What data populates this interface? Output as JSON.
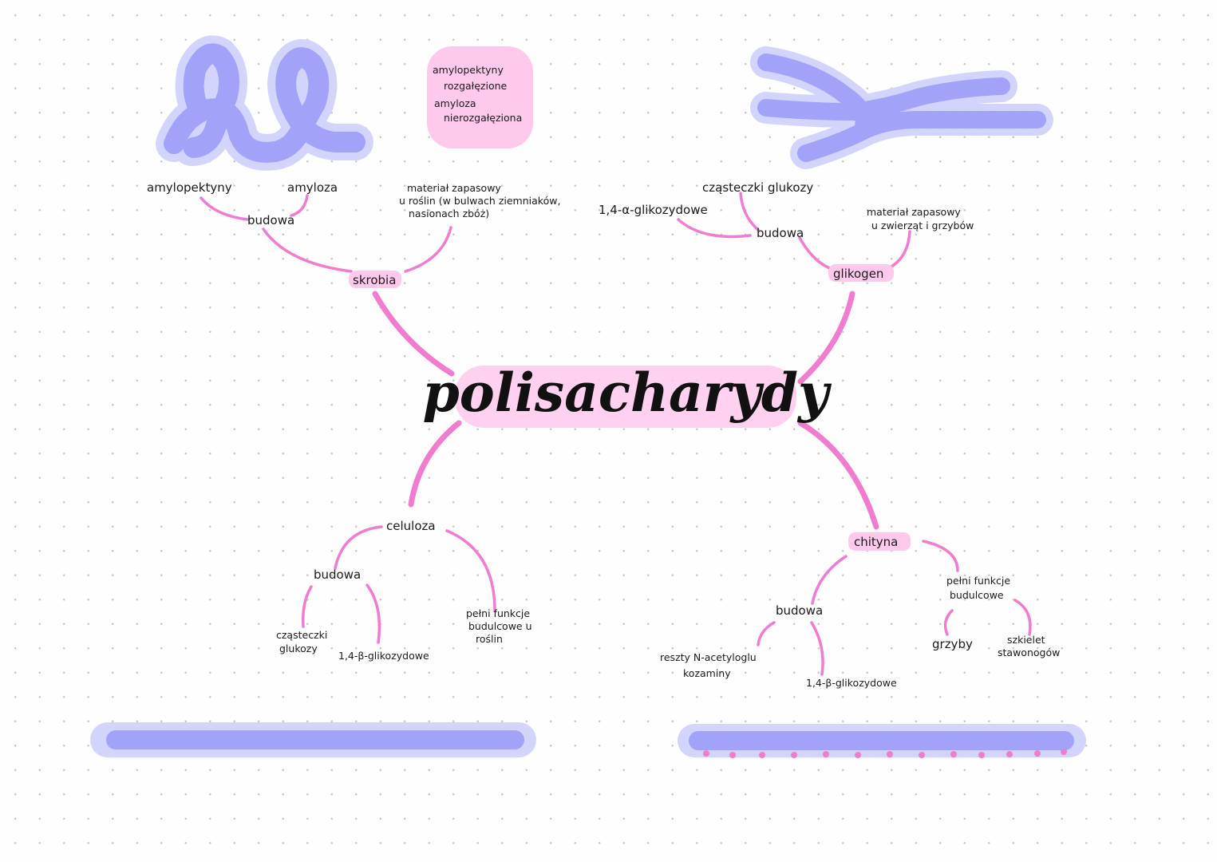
{
  "colors": {
    "accent_pink": "#f07ccf",
    "highlight_pink": "#ffc9ec",
    "molecule_blue": "#a0a3f7",
    "molecule_blue_light": "#d2d4fb"
  },
  "title": "polisacharydy",
  "legend": {
    "line1": "amylopektyny",
    "line2": "rozgałęzione",
    "line3": "amyloza",
    "line4": "nierozgałęziona"
  },
  "skrobia": {
    "label": "skrobia",
    "budowa": "budowa",
    "amylopektyny": "amylopektyny",
    "amyloza": "amyloza",
    "material_line1": "materiał zapasowy",
    "material_line2": "u roślin (w bulwach ziemniaków,",
    "material_line3": "nasionach zbóż)"
  },
  "glikogen": {
    "label": "glikogen",
    "budowa": "budowa",
    "czasteczki": "cząsteczki glukozy",
    "wiazania": "1,4-α-glikozydowe",
    "material_line1": "materiał zapasowy",
    "material_line2": "u zwierząt i grzybów"
  },
  "celuloza": {
    "label": "celuloza",
    "budowa": "budowa",
    "czasteczki_line1": "cząsteczki",
    "czasteczki_line2": "glukozy",
    "wiazania": "1,4-β-glikozydowe",
    "funkcja_line1": "pełni funkcje",
    "funkcja_line2": "budulcowe u",
    "funkcja_line3": "roślin"
  },
  "chityna": {
    "label": "chityna",
    "budowa": "budowa",
    "reszty_line1": "reszty N-acetyloglu",
    "reszty_line2": "kozaminy",
    "wiazania": "1,4-β-glikozydowe",
    "funkcja_line1": "pełni funkcje",
    "funkcja_line2": "budulcowe",
    "grzyby": "grzyby",
    "szkielet_line1": "szkielet",
    "szkielet_line2": "stawonogów"
  }
}
